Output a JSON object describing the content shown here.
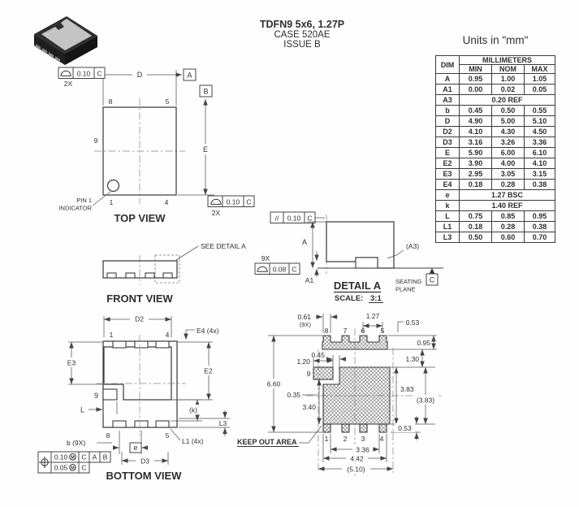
{
  "colors": {
    "line": "#4a4a4a",
    "text": "#2f2f2f",
    "background": "#ffffff",
    "hatch": "#666666"
  },
  "header": {
    "title": "TDFN9 5x6, 1.27P",
    "case_number": "CASE 520AE",
    "issue": "ISSUE B",
    "units": "Units in \"mm\""
  },
  "table": {
    "col_dim": "DIM",
    "col_group": "MILLIMETERS",
    "col_min": "MIN",
    "col_nom": "NOM",
    "col_max": "MAX",
    "rows": [
      {
        "dim": "A",
        "min": "0.95",
        "nom": "1.00",
        "max": "1.05"
      },
      {
        "dim": "A1",
        "min": "0.00",
        "nom": "0.02",
        "max": "0.05"
      },
      {
        "dim": "A3",
        "span": "0.20 REF"
      },
      {
        "dim": "b",
        "min": "0.45",
        "nom": "0.50",
        "max": "0.55"
      },
      {
        "dim": "D",
        "min": "4.90",
        "nom": "5.00",
        "max": "5.10"
      },
      {
        "dim": "D2",
        "min": "4.10",
        "nom": "4.30",
        "max": "4.50"
      },
      {
        "dim": "D3",
        "min": "3.16",
        "nom": "3.26",
        "max": "3.36"
      },
      {
        "dim": "E",
        "min": "5.90",
        "nom": "6.00",
        "max": "6.10"
      },
      {
        "dim": "E2",
        "min": "3.90",
        "nom": "4.00",
        "max": "4.10"
      },
      {
        "dim": "E3",
        "min": "2.95",
        "nom": "3.05",
        "max": "3.15"
      },
      {
        "dim": "E4",
        "min": "0.18",
        "nom": "0.28",
        "max": "0.38"
      },
      {
        "dim": "e",
        "span": "1.27 BSC"
      },
      {
        "dim": "k",
        "span": "1.40 REF"
      },
      {
        "dim": "L",
        "min": "0.75",
        "nom": "0.85",
        "max": "0.95"
      },
      {
        "dim": "L1",
        "min": "0.18",
        "nom": "0.28",
        "max": "0.38"
      },
      {
        "dim": "L3",
        "min": "0.50",
        "nom": "0.60",
        "max": "0.70"
      }
    ]
  },
  "top_view": {
    "title": "TOP VIEW",
    "dim_d": "D",
    "dim_e": "E",
    "datum_a": "A",
    "datum_b": "B",
    "pin8": "8",
    "pin5": "5",
    "pin9": "9",
    "pin1": "1",
    "pin4": "4",
    "pin1_note1": "PIN 1",
    "pin1_note2": "INDICATOR",
    "fcf_top": {
      "qty": "2X",
      "tol": "0.10",
      "datum": "C"
    },
    "fcf_bottom": {
      "qty": "2X",
      "tol": "0.10",
      "datum": "C"
    }
  },
  "front_view": {
    "title": "FRONT VIEW",
    "see_detail": "SEE DETAIL A"
  },
  "detail_a": {
    "title": "DETAIL A",
    "scale_label": "SCALE:",
    "scale_value": "3:1",
    "dim_a": "A",
    "dim_a1": "A1",
    "dim_a3": "(A3)",
    "seating1": "SEATING",
    "seating2": "PLANE",
    "datum_c": "C",
    "fcf_parallel": {
      "sym": "//",
      "tol": "0.10",
      "datum": "C"
    },
    "fcf_profile": {
      "qty": "9X",
      "tol": "0.08",
      "datum": "C"
    }
  },
  "bottom_view": {
    "title": "BOTTOM VIEW",
    "dim_d2": "D2",
    "dim_d3": "D3",
    "dim_e2": "E2",
    "dim_e3": "E3",
    "dim_e4": "E4 (4x)",
    "dim_l": "L",
    "dim_k": "(k)",
    "dim_l3": "L3",
    "dim_l1": "L1 (4x)",
    "dim_b": "b (9X)",
    "dim_e": "e",
    "pin1": "1",
    "pin4": "4",
    "pin8": "8",
    "pin5": "5",
    "pin9": "9",
    "fcf": {
      "row1_tol": "0.10",
      "row1_mod": "M",
      "row1_d1": "C",
      "row1_d2": "A",
      "row1_d3": "B",
      "row2_tol": "0.05",
      "row2_mod": "M",
      "row2_d1": "C"
    }
  },
  "land_pattern": {
    "keep_out": "KEEP OUT AREA",
    "pin_top": [
      "8",
      "7",
      "6",
      "5"
    ],
    "pin_bottom": [
      "1",
      "2",
      "3",
      "4"
    ],
    "pin_side": "9",
    "d_061": "0.61",
    "d_061_qty": "(9X)",
    "d_127": "1.27",
    "d_053_top": "0.53",
    "d_095": "0.95",
    "d_045": "0.45",
    "d_120": "1.20",
    "d_130": "1.30",
    "d_660": "6.60",
    "d_035": "0.35",
    "d_340": "3.40",
    "d_383": "3.83",
    "d_383_ref": "(3.83)",
    "d_053_bot": "0.53",
    "d_336": "3.36",
    "d_442": "4.42",
    "d_510": "(5.10)"
  }
}
